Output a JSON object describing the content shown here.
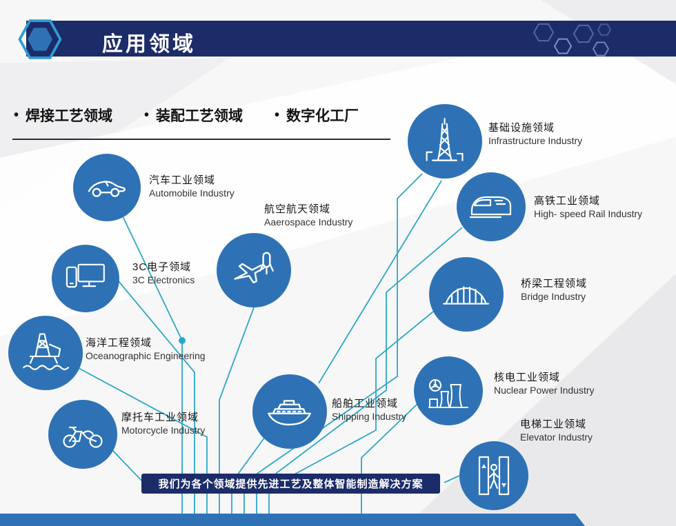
{
  "header": {
    "title": "应用领域"
  },
  "bullets": {
    "marker": "•",
    "items": [
      "焊接工艺领域",
      "装配工艺领域",
      "数字化工厂"
    ]
  },
  "industries": [
    {
      "id": "automobile",
      "zh": "汽车工业领域",
      "en": "Automobile Industry",
      "icon": "car-icon"
    },
    {
      "id": "aerospace",
      "zh": "航空航天领域",
      "en": "Aaerospace Industry",
      "icon": "plane-rocket-icon"
    },
    {
      "id": "infrastructure",
      "zh": "基础设施领域",
      "en": "Infrastructure Industry",
      "icon": "tower-icon"
    },
    {
      "id": "rail",
      "zh": "高铁工业领域",
      "en": "High- speed Rail Industry",
      "icon": "train-icon"
    },
    {
      "id": "electronics",
      "zh": "3C电子领域",
      "en": "3C Electronics",
      "icon": "phone-monitor-icon"
    },
    {
      "id": "bridge",
      "zh": "桥梁工程领域",
      "en": "Bridge Industry",
      "icon": "bridge-icon"
    },
    {
      "id": "ocean",
      "zh": "海洋工程领域",
      "en": "Oceanographic Engineering",
      "icon": "oil-rig-icon"
    },
    {
      "id": "shipping",
      "zh": "船舶工业领域",
      "en": "Shipping Industry",
      "icon": "ship-icon"
    },
    {
      "id": "nuclear",
      "zh": "核电工业领域",
      "en": "Nuclear Power Industry",
      "icon": "nuclear-plant-icon"
    },
    {
      "id": "motorcycle",
      "zh": "摩托车工业领域",
      "en": "Motorcycle Industry",
      "icon": "motorcycle-icon"
    },
    {
      "id": "elevator",
      "zh": "电梯工业领域",
      "en": "Elevator Industry",
      "icon": "elevator-icon"
    }
  ],
  "banner": {
    "text": "我们为各个领域提供先进工艺及整体智能制造解决方案"
  },
  "colors": {
    "header_bar": "#1c2c69",
    "circle": "#2e72b5",
    "connector": "#2ba7c6",
    "banner": "#1c2c69",
    "accent_strip": "#2e72b5"
  }
}
